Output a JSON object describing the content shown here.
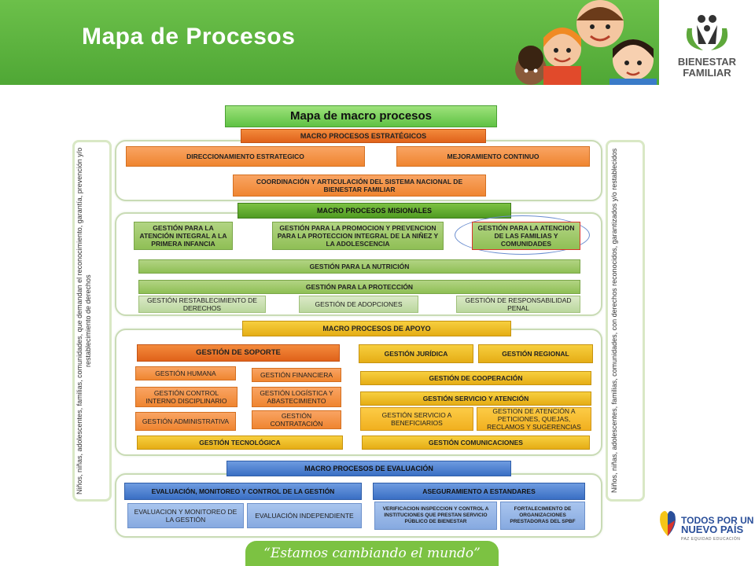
{
  "header": {
    "title": "Mapa de Procesos",
    "logo_line1": "BIENESTAR",
    "logo_line2": "FAMILIAR"
  },
  "diagram": {
    "title": "Mapa de macro procesos",
    "side_text": "Niños, niñas, adolescentes, familias, comunidades, que demandan el reconocimiento, garantía, prevención y/o restablecimiento de derechos",
    "side_text_right": "Niños, niñas, adolescentes, familias, comunidades, con derechos reconocidos, garantizados y/o restablecidos",
    "estrategicos": {
      "header": "MACRO PROCESOS ESTRATÉGICOS",
      "direccionamiento": "DIRECCIONAMIENTO ESTRATEGICO",
      "mejoramiento": "MEJORAMIENTO CONTINUO",
      "coordinacion": "COORDINACIÓN Y ARTICULACIÓN DEL SISTEMA NACIONAL DE BIENESTAR FAMILIAR"
    },
    "misionales": {
      "header": "MACRO PROCESOS MISIONALES",
      "primera_infancia": "GESTIÓN PARA LA ATENCIÓN INTEGRAL A LA PRIMERA INFANCIA",
      "promocion": "GESTIÓN PARA LA PROMOCION Y PREVENCION PARA LA PROTECCION INTEGRAL DE LA NIÑEZ Y LA ADOLESCENCIA",
      "familias": "GESTIÓN PARA LA ATENCION DE LAS FAMILIAS Y COMUNIDADES",
      "nutricion": "GESTIÓN PARA LA NUTRICIÓN",
      "proteccion": "GESTIÓN PARA LA PROTECCIÓN",
      "restablecimiento": "GESTIÓN RESTABLECIMIENTO DE DERECHOS",
      "adopciones": "GESTIÓN DE ADOPCIONES",
      "responsabilidad": "GESTIÓN DE RESPONSABILIDAD PENAL"
    },
    "apoyo": {
      "header": "MACRO PROCESOS DE APOYO",
      "soporte": "GESTIÓN DE SOPORTE",
      "humana": "GESTIÓN HUMANA",
      "financiera": "GESTIÓN FINANCIERA",
      "control": "GESTIÓN CONTROL INTERNO DISCIPLINARIO",
      "logistica": "GESTIÓN LOGÍSTICA Y ABASTECIMIENTO",
      "administrativa": "GESTIÓN ADMINISTRATIVA",
      "contratacion": "GESTIÓN CONTRATACIÓN",
      "tecnologica": "GESTIÓN TECNOLÓGICA",
      "juridica": "GESTIÓN JURÍDICA",
      "regional": "GESTIÓN REGIONAL",
      "cooperacion": "GESTIÓN DE COOPERACIÓN",
      "servicio": "GESTIÓN SERVICIO Y ATENCIÓN",
      "beneficiarios": "GESTIÓN SERVICIO A BENEFICIARIOS",
      "peticiones": "GESTION DE ATENCIÓN A PETICIONES, QUEJAS, RECLAMOS Y SUGERENCIAS",
      "comunicaciones": "GESTIÓN COMUNICACIONES"
    },
    "evaluacion": {
      "header": "MACRO PROCESOS DE EVALUACIÓN",
      "monitoreo": "EVALUACIÓN, MONITOREO Y CONTROL DE LA GESTIÓN",
      "aseguramiento": "ASEGURAMIENTO A ESTANDARES",
      "eval_monitoreo": "EVALUACION Y MONITOREO DE LA GESTIÓN",
      "independiente": "EVALUACIÓN INDEPENDIENTE",
      "verificacion": "VERIFICACION INSPECCION Y CONTROL A INSTITUCIONES QUE PRESTAN SERVICIO PÚBLICO DE BIENESTAR",
      "fortalecimiento": "FORTALECIMIENTO DE ORGANIZACIONES PRESTADORAS DEL SPBF"
    }
  },
  "footer": {
    "slogan": "“Estamos cambiando el mundo”",
    "gov_line1": "TODOS POR UN",
    "gov_line2": "NUEVO PAÍS",
    "gov_line3": "PAZ  EQUIDAD  EDUCACIÓN"
  }
}
